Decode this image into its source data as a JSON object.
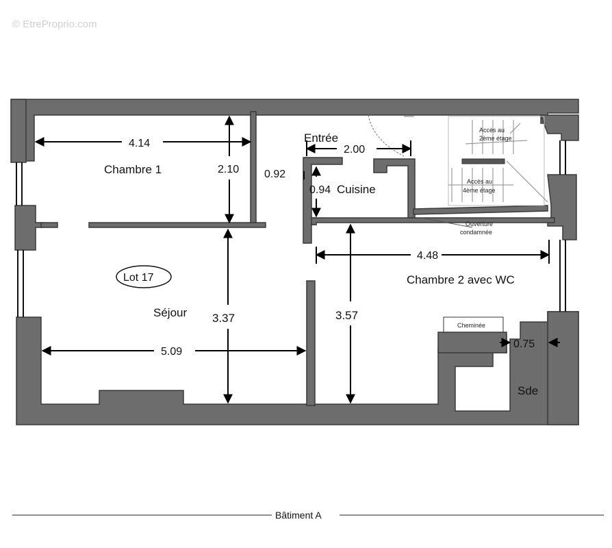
{
  "watermark": "© EtreProprio.com",
  "rooms": {
    "chambre1": "Chambre 1",
    "entree": "Entrée",
    "cuisine": "Cuisine",
    "sejour": "Séjour",
    "chambre2": "Chambre 2 avec WC",
    "sde": "Sde",
    "cheminee": "Cheminée"
  },
  "lot": "Lot 17",
  "acces": {
    "etage2_line1": "Accès au",
    "etage2_line2": "2ème étage",
    "etage4_line1": "Accès au",
    "etage4_line2": "4ème étage"
  },
  "ouverture": {
    "line1": "Ouverture",
    "line2": "condamnée"
  },
  "dimensions": {
    "d414": "4.14",
    "d210": "2.10",
    "d092": "0.92",
    "d200": "2.00",
    "d094": "0.94",
    "d448": "4.48",
    "d337": "3.37",
    "d357": "3.57",
    "d509": "5.09",
    "d075": "0.75"
  },
  "building": "Bâtiment A"
}
